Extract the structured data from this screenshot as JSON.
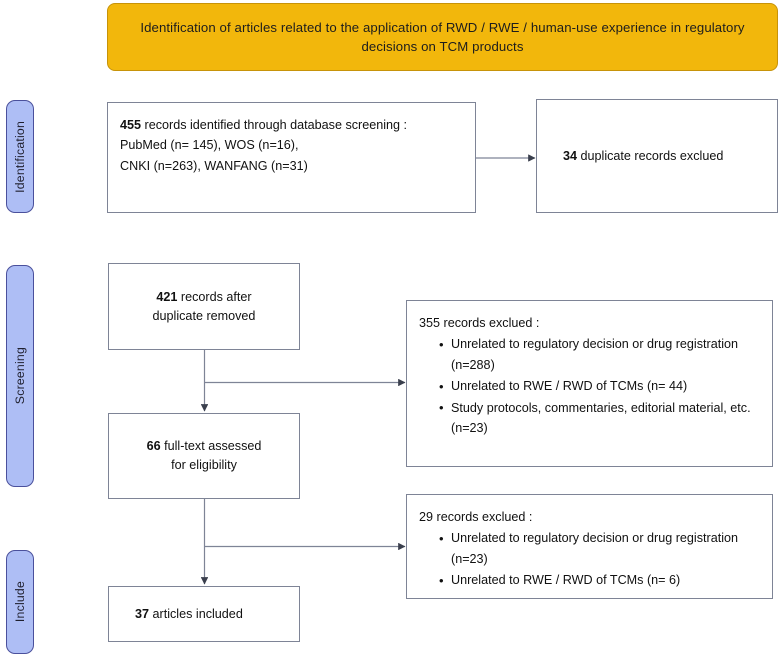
{
  "figure": {
    "kind": "prisma-flow-diagram",
    "title": "Identification of articles related to the application of RWD / RWE / human-use experience in regulatory decisions on TCM products"
  },
  "colors": {
    "title_fill": "#F2B70C",
    "title_border": "#C79309",
    "stage_fill": "#AEBEF5",
    "stage_border": "#4A509C",
    "box_border": "#7E8496",
    "wire": "#7E8496",
    "text": "#111111"
  },
  "stages": [
    {
      "id": "identification",
      "label": "Identification"
    },
    {
      "id": "screening",
      "label": "Screening"
    },
    {
      "id": "include",
      "label": "Include"
    }
  ],
  "boxes": {
    "records_identified": {
      "count": "455",
      "line1_rest": " records identified through database screening :",
      "line2": "PubMed (n= 145),  WOS (n=16),",
      "line3": "CNKI (n=263),  WANFANG (n=31)"
    },
    "duplicates_exclued": {
      "count": "34",
      "rest": " duplicate records exclued"
    },
    "after_duplicates": {
      "count": "421",
      "line1_rest": " records after",
      "line2": "duplicate removed"
    },
    "excluded_355": {
      "heading": "355 records exclued :",
      "reasons": [
        "Unrelated to regulatory decision or drug registration (n=288)",
        "Unrelated to RWE / RWD of TCMs (n= 44)",
        "Study protocols, commentaries, editorial material, etc. (n=23)"
      ]
    },
    "fulltext_assessed": {
      "count": "66",
      "line1_rest": " full-text assessed",
      "line2": "for eligibility"
    },
    "excluded_29": {
      "heading": "29 records exclued :",
      "reasons": [
        "Unrelated to regulatory decision or drug registration (n=23)",
        "Unrelated to RWE / RWD of TCMs (n= 6)"
      ]
    },
    "articles_included": {
      "count": "37",
      "rest": " articles included"
    }
  },
  "chart_data": {
    "type": "diagram",
    "title": "Identification of articles related to the application of RWD / RWE / human-use experience in regulatory decisions on TCM products",
    "stages": [
      "Identification",
      "Screening",
      "Include"
    ],
    "nodes": [
      {
        "id": "records_identified",
        "stage": "Identification",
        "n": 455,
        "label": "records identified through database screening"
      },
      {
        "id": "pubmed",
        "stage": "Identification",
        "n": 145,
        "label": "PubMed"
      },
      {
        "id": "wos",
        "stage": "Identification",
        "n": 16,
        "label": "WOS"
      },
      {
        "id": "cnki",
        "stage": "Identification",
        "n": 263,
        "label": "CNKI"
      },
      {
        "id": "wanfang",
        "stage": "Identification",
        "n": 31,
        "label": "WANFANG"
      },
      {
        "id": "duplicates_exclued",
        "stage": "Identification",
        "n": 34,
        "label": "duplicate records exclued"
      },
      {
        "id": "after_duplicates",
        "stage": "Screening",
        "n": 421,
        "label": "records after duplicate removed"
      },
      {
        "id": "excluded_355",
        "stage": "Screening",
        "n": 355,
        "label": "records exclued"
      },
      {
        "id": "excluded_355_reason_1",
        "stage": "Screening",
        "n": 288,
        "label": "Unrelated to regulatory decision or drug registration"
      },
      {
        "id": "excluded_355_reason_2",
        "stage": "Screening",
        "n": 44,
        "label": "Unrelated to RWE / RWD of TCMs"
      },
      {
        "id": "excluded_355_reason_3",
        "stage": "Screening",
        "n": 23,
        "label": "Study protocols, commentaries, editorial material, etc."
      },
      {
        "id": "fulltext_assessed",
        "stage": "Screening",
        "n": 66,
        "label": "full-text assessed for eligibility"
      },
      {
        "id": "excluded_29",
        "stage": "Include",
        "n": 29,
        "label": "records exclued"
      },
      {
        "id": "excluded_29_reason_1",
        "stage": "Include",
        "n": 23,
        "label": "Unrelated to regulatory decision or drug registration"
      },
      {
        "id": "excluded_29_reason_2",
        "stage": "Include",
        "n": 6,
        "label": "Unrelated to RWE / RWD of TCMs"
      },
      {
        "id": "articles_included",
        "stage": "Include",
        "n": 37,
        "label": "articles included"
      }
    ],
    "edges": [
      {
        "from": "records_identified",
        "to": "duplicates_exclued",
        "direction": "right"
      },
      {
        "from": "after_duplicates",
        "to": "fulltext_assessed",
        "direction": "down"
      },
      {
        "from": "after_duplicates",
        "to": "excluded_355",
        "direction": "right"
      },
      {
        "from": "fulltext_assessed",
        "to": "articles_included",
        "direction": "down"
      },
      {
        "from": "fulltext_assessed",
        "to": "excluded_29",
        "direction": "right"
      }
    ]
  }
}
